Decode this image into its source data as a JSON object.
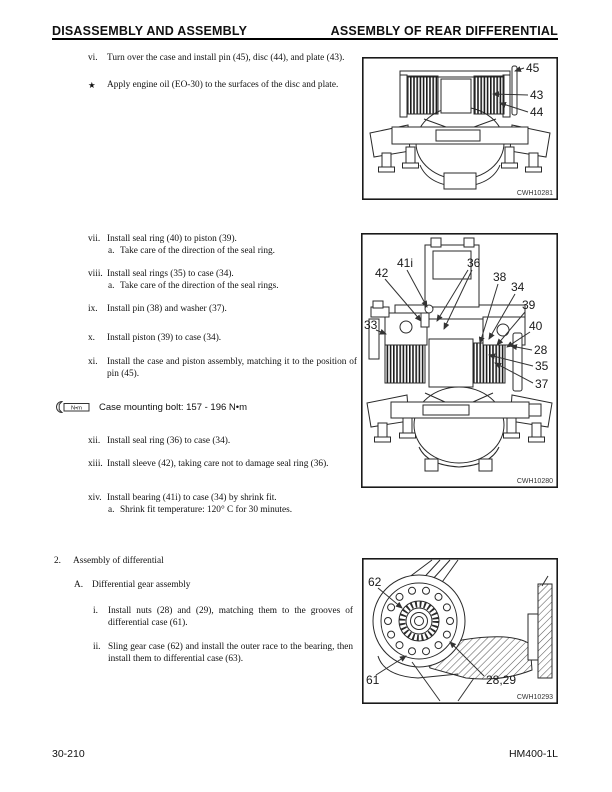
{
  "header": {
    "left_title": "DISASSEMBLY AND ASSEMBLY",
    "right_title": "ASSEMBLY OF REAR DIFFERENTIAL"
  },
  "steps": [
    {
      "label": "vi.",
      "text": "Turn over the case and install pin (45), disc (44), and plate (43)."
    },
    {
      "label": "★",
      "text": "Apply engine oil (EO-30) to the surfaces of the disc and plate."
    },
    {
      "label": "vii.",
      "text": "Install seal ring (40) to piston (39).",
      "sub_label": "a.",
      "sub_text": "Take care of the direction of the seal ring."
    },
    {
      "label": "viii.",
      "text": "Install seal rings (35) to case (34).",
      "sub_label": "a.",
      "sub_text": "Take care of the direction of the seal rings."
    },
    {
      "label": "ix.",
      "text": "Install pin (38) and washer (37)."
    },
    {
      "label": "x.",
      "text": "Install piston (39) to case (34)."
    },
    {
      "label": "xi.",
      "text": "Install the case and piston assembly, matching it to the position of pin (45)."
    },
    {
      "label": "xii.",
      "text": "Install seal ring (36) to case (34)."
    },
    {
      "label": "xiii.",
      "text": "Install sleeve (42), taking care not to damage seal ring (36)."
    },
    {
      "label": "xiv.",
      "text": "Install bearing (41i) to case (34) by shrink fit.",
      "sub_label": "a.",
      "sub_text": "Shrink fit temperature: 120° C for 30 minutes."
    }
  ],
  "torque_note": {
    "icon_label": "N•m",
    "text": "Case mounting bolt: 157 - 196 N•m"
  },
  "section2": {
    "number": "2.",
    "title": "Assembly of differential",
    "sub_letter": "A.",
    "sub_title": "Differential gear assembly",
    "steps": [
      {
        "label": "i.",
        "text": "Install nuts (28) and (29), matching them to the grooves of differential case (61)."
      },
      {
        "label": "ii.",
        "text": "Sling gear case (62) and install the outer race to the bearing, then install them to differential case (63)."
      }
    ]
  },
  "figures": [
    {
      "id": "CWH10281",
      "callouts": [
        "45",
        "43",
        "44"
      ]
    },
    {
      "id": "CWH10280",
      "callouts": [
        "42",
        "41i",
        "36",
        "38",
        "34",
        "39",
        "40",
        "28",
        "35",
        "37",
        "33"
      ]
    },
    {
      "id": "CWH10293",
      "callouts": [
        "62",
        "61",
        "28,29"
      ]
    }
  ],
  "footer": {
    "page_number": "30-210",
    "model": "HM400-1L"
  }
}
